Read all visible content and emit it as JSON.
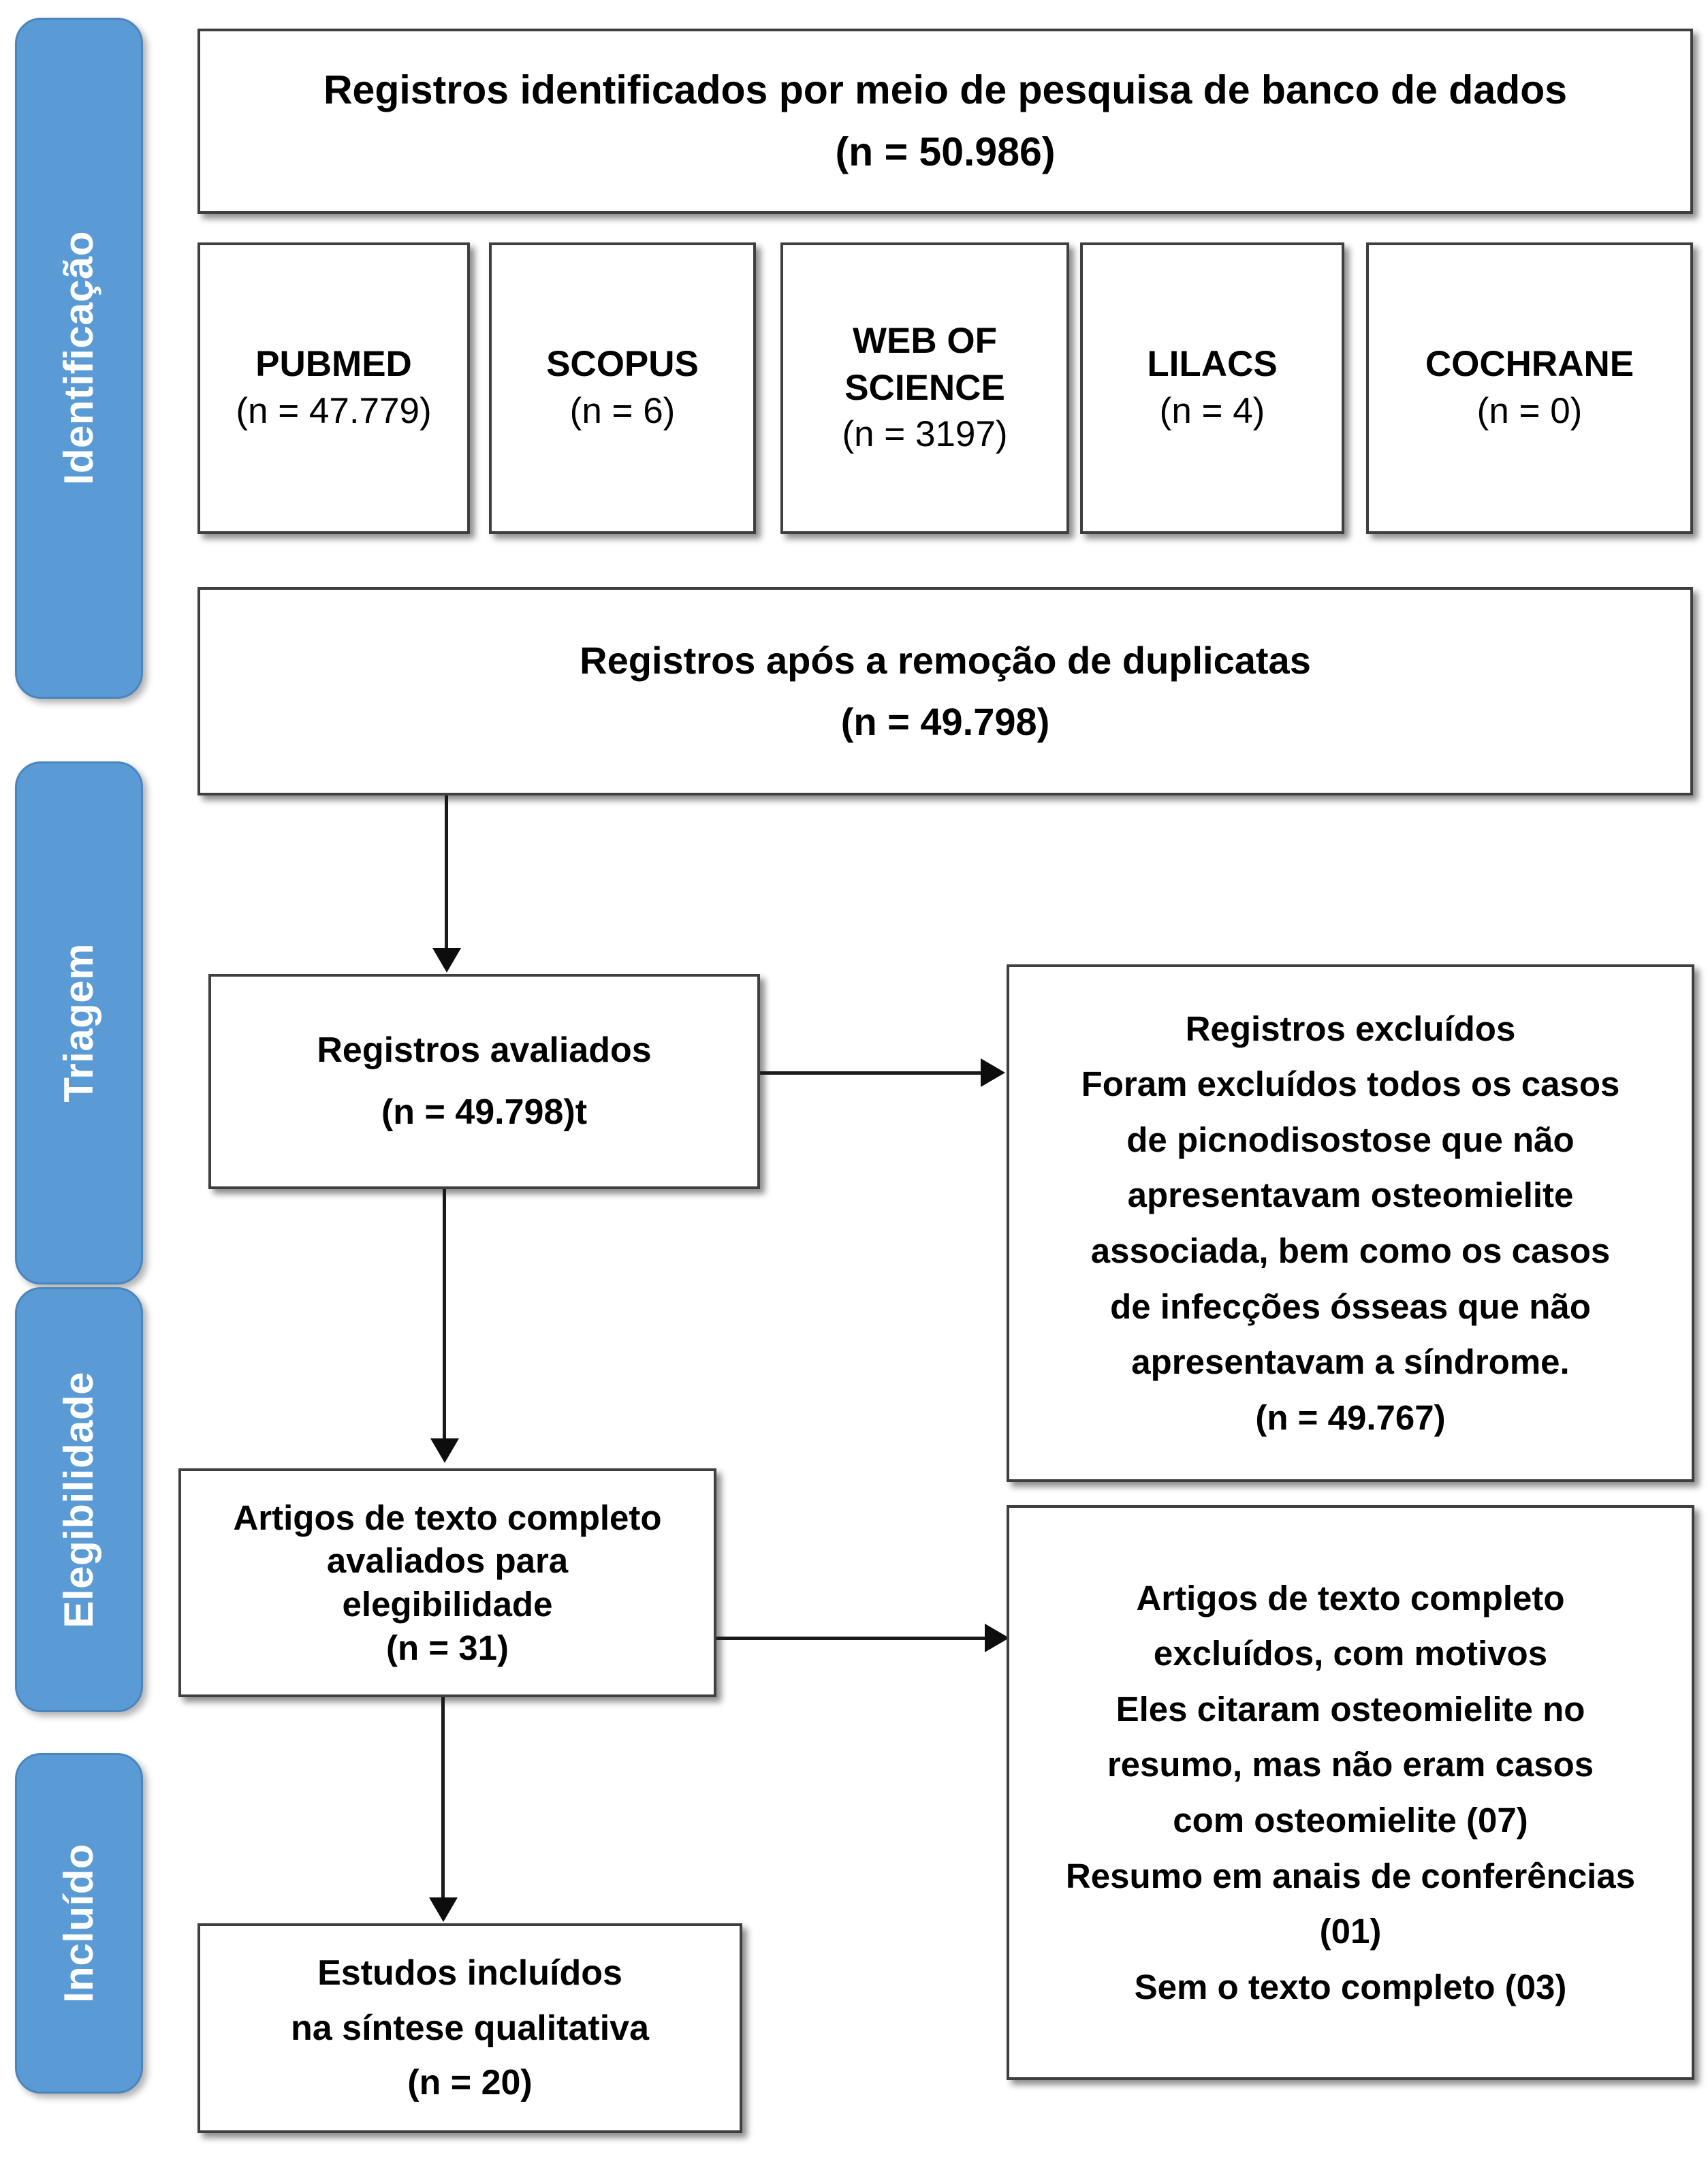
{
  "diagram": {
    "type": "prisma-flow-diagram",
    "language": "pt-BR"
  },
  "stages": [
    {
      "id": "identificacao",
      "label": "Identificação"
    },
    {
      "id": "triagem",
      "label": "Triagem"
    },
    {
      "id": "elegibilidade",
      "label": "Elegibilidade"
    },
    {
      "id": "incluido",
      "label": "Incluído"
    }
  ],
  "identification": {
    "records_box": {
      "title": "Registros identificados por meio de pesquisa de banco de dados",
      "count": "(n = 50.986)"
    },
    "databases": [
      {
        "name": "PUBMED",
        "count": "(n = 47.779)"
      },
      {
        "name": "SCOPUS",
        "count": "(n = 6)"
      },
      {
        "name": "WEB OF",
        "name2": "SCIENCE",
        "count": "(n = 3197)"
      },
      {
        "name": "LILACS",
        "count": "(n = 4)"
      },
      {
        "name": "COCHRANE",
        "count": "(n = 0)"
      }
    ]
  },
  "screening": {
    "deduplicated_box": {
      "title": "Registros após a remoção de duplicatas",
      "count": "(n = 49.798)"
    },
    "screened_box": {
      "title": "Registros avaliados",
      "count": "(n = 49.798)t"
    },
    "excluded_box": {
      "title": "Registros excluídos",
      "reason": "Foram excluídos todos os casos de picnodisostose que não apresentavam osteomielite associada, bem como os casos de infecções ósseas que não apresentavam a síndrome.",
      "reason_lines": [
        "Foram excluídos todos os casos",
        "de picnodisostose que não",
        "apresentavam osteomielite",
        "associada, bem como os casos",
        "de infecções ósseas que não",
        "apresentavam a síndrome."
      ],
      "count": "(n = 49.767)"
    }
  },
  "eligibility": {
    "assessed_box": {
      "line1": "Artigos de texto completo",
      "line2": "avaliados para",
      "line3": "elegibilidade",
      "count": "(n = 31)"
    },
    "excluded_box": {
      "title_line1": "Artigos de texto completo",
      "title_line2": "excluídos, com motivos",
      "reasons": [
        {
          "text_lines": [
            "Eles citaram osteomielite no",
            "resumo, mas não eram casos",
            "com osteomielite (07)"
          ],
          "count": "(07)"
        },
        {
          "text_lines": [
            "Resumo em anais de conferências",
            "(01)"
          ],
          "count": "(01)"
        },
        {
          "text_lines": [
            "Sem o texto completo (03)"
          ],
          "count": "(03)"
        }
      ]
    }
  },
  "included": {
    "synthesis_box": {
      "line1": "Estudos incluídos",
      "line2": "na síntese qualitativa",
      "count": "(n = 20)"
    }
  },
  "colors": {
    "stage_bar": "#5B9BD5",
    "stage_bar_border": "#4a86bd",
    "box_border": "#3f3f3f",
    "connector": "#1a1a1a",
    "text": "#000000",
    "stage_text": "#ffffff"
  }
}
